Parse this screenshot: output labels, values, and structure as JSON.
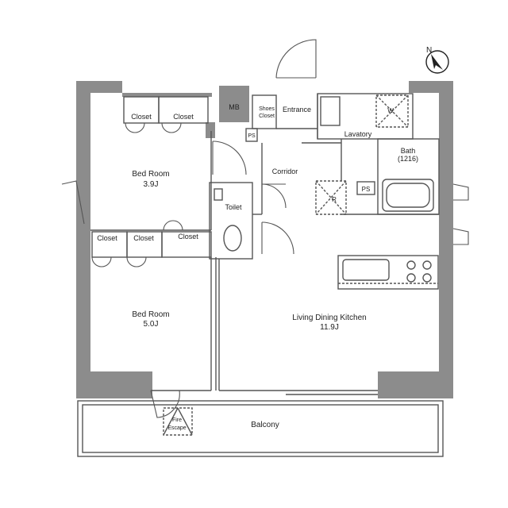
{
  "compass": {
    "label": "N"
  },
  "rooms": {
    "mb": "MB",
    "shoes_closet_line1": "Shoes",
    "shoes_closet_line2": "Closet",
    "entrance": "Entrance",
    "ps_entrance": "PS",
    "lavatory": "Lavatory",
    "washer_mark": "W",
    "bath": "Bath",
    "bath_size": "(1216)",
    "closet_top_1": "Closet",
    "closet_top_2": "Closet",
    "bedroom1": "Bed Room",
    "bedroom1_size": "3.9J",
    "corridor": "Corridor",
    "fridge_mark": "R",
    "ps_kitchen": "PS",
    "toilet": "Toilet",
    "closet_mid_1": "Closet",
    "closet_mid_2": "Closet",
    "closet_mid_3": "Closet",
    "bedroom2": "Bed Room",
    "bedroom2_size": "5.0J",
    "ldk": "Living Dining Kitchen",
    "ldk_size": "11.9J",
    "fire_escape_line1": "Fire",
    "fire_escape_line2": "Escape",
    "balcony": "Balcony"
  }
}
